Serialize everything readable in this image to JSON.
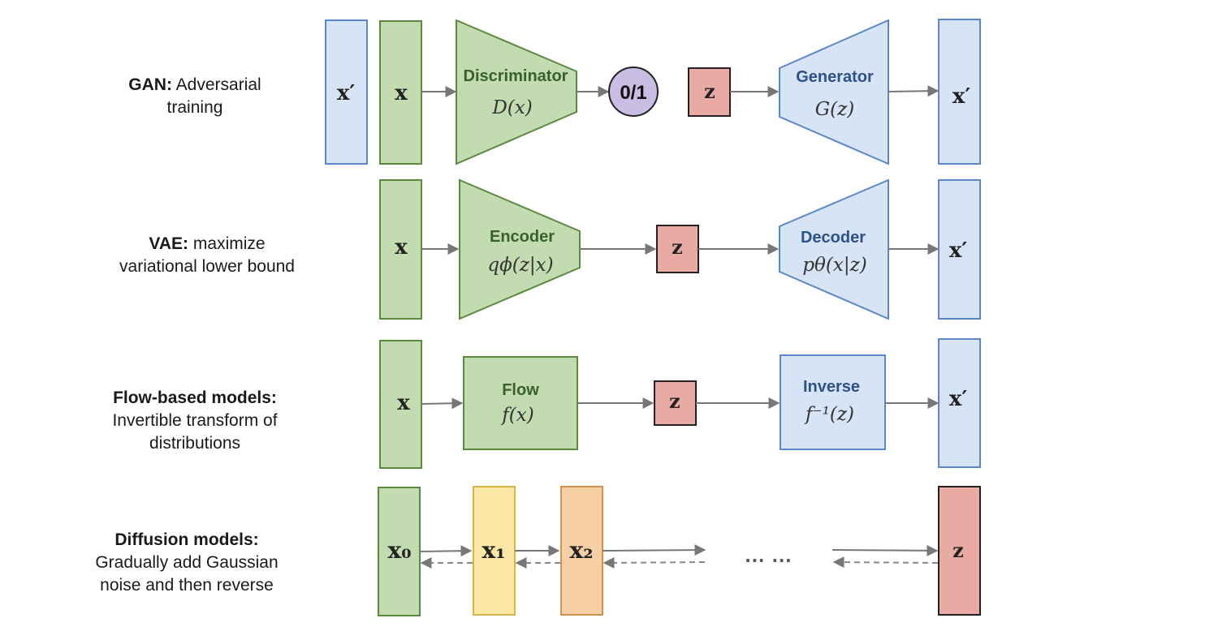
{
  "colors": {
    "green_fill": "#c3dbb0",
    "green_stroke": "#5a8a3c",
    "green_text": "#38612a",
    "blue_fill": "#d6e4f5",
    "blue_stroke": "#5b87c5",
    "blue_text": "#2e5188",
    "red_fill": "#e9aaa3",
    "red_stroke": "#222222",
    "yellow_fill": "#fbe7a6",
    "yellow_stroke": "#d7b445",
    "orange_fill": "#f6cfa4",
    "orange_stroke": "#d3924a",
    "purple_fill": "#c9bde3",
    "arrow": "#777777"
  },
  "rows": {
    "gan": {
      "label_bold": "GAN:",
      "label_rest": "Adversarial",
      "label_line2": "training",
      "real_sample": "x′",
      "input": "x",
      "discriminator_title": "Discriminator",
      "discriminator_math": "D(x)",
      "output": "0/1",
      "latent": "z",
      "generator_title": "Generator",
      "generator_math": "G(z)",
      "generated": "x′"
    },
    "vae": {
      "label_bold": "VAE:",
      "label_rest": "maximize",
      "label_line2": "variational lower bound",
      "input": "x",
      "encoder_title": "Encoder",
      "encoder_math": "qϕ(z|x)",
      "latent": "z",
      "decoder_title": "Decoder",
      "decoder_math": "pθ(x|z)",
      "output": "x′"
    },
    "flow": {
      "label_bold": "Flow-based models:",
      "label_line2": "Invertible transform of",
      "label_line3": "distributions",
      "input": "x",
      "flow_title": "Flow",
      "flow_math": "f(x)",
      "latent": "z",
      "inverse_title": "Inverse",
      "inverse_math": "f⁻¹(z)",
      "output": "x′"
    },
    "diffusion": {
      "label_bold": "Diffusion models:",
      "label_line2": "Gradually add Gaussian",
      "label_line3": "noise and then reverse",
      "x0": "x₀",
      "x1": "x₁",
      "x2": "x₂",
      "ellipsis": "… …",
      "latent": "z"
    }
  }
}
